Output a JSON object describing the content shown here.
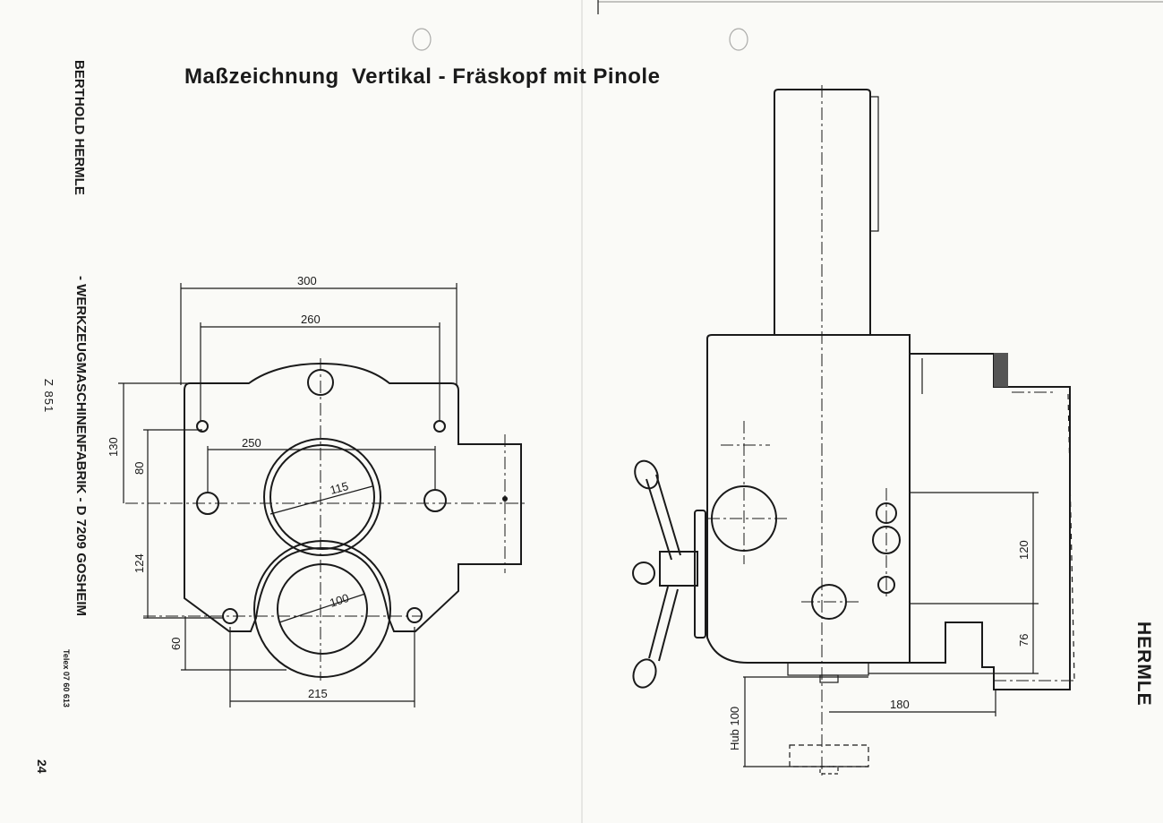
{
  "page": {
    "title": "Maßzeichnung  Vertikal - Fräskopf mit Pinole",
    "company": "BERTHOLD HERMLE",
    "address": "- WERKZEUGMASCHINENFABRIK  -  D 7209 GOSHEIM",
    "telex": "Telex 07 60 613",
    "model": "Z 851",
    "page_number": "24",
    "brand": "HERMLE"
  },
  "front_view": {
    "dim_300": "300",
    "dim_260": "260",
    "dim_250": "250",
    "dim_130": "130",
    "dim_80": "80",
    "dim_115": "115",
    "dim_124": "124",
    "dim_100": "100",
    "dim_60": "60",
    "dim_215": "215"
  },
  "side_view": {
    "dim_120": "120",
    "dim_76": "76",
    "dim_180": "180",
    "dim_hub": "Hub 100"
  }
}
